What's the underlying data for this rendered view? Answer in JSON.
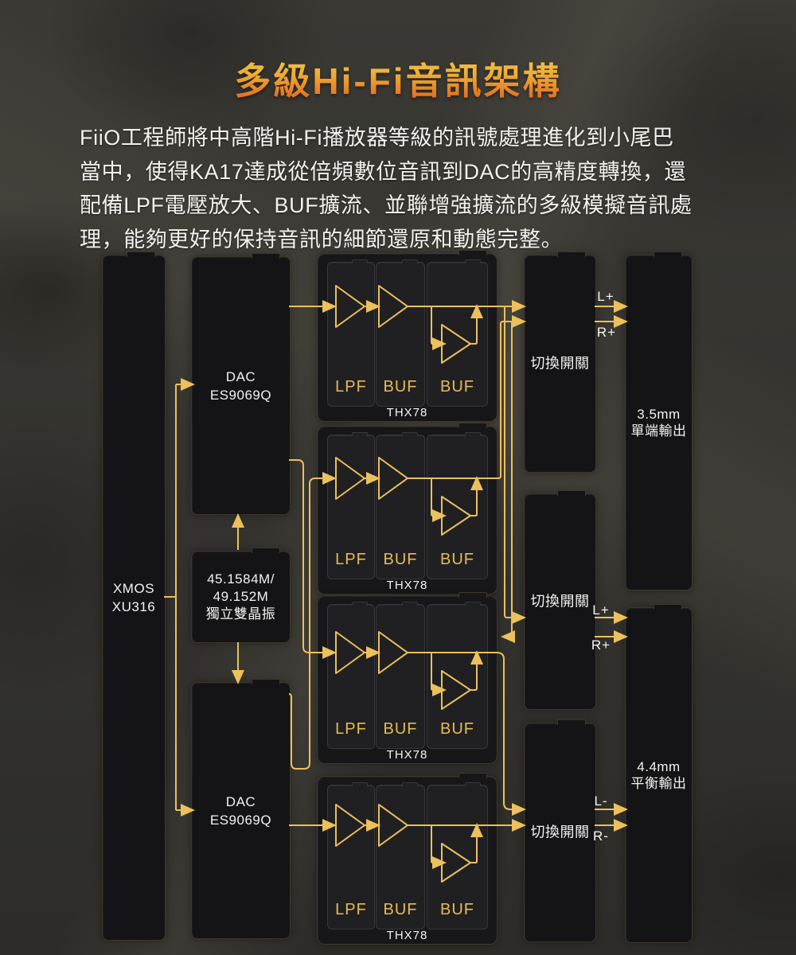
{
  "page": {
    "title": "多級Hi-Fi音訊架構",
    "intro_lines": [
      "FiiO工程師將中高階Hi-Fi播放器等級的訊號處理進化到小尾巴",
      "當中，使得KA17達成從倍頻數位音訊到DAC的高精度轉換，還",
      "配備LPF電壓放大、BUF擴流、並聯增強擴流的多級模擬音訊處",
      "理，能夠更好的保持音訊的細節還原和動態完整。"
    ]
  },
  "colors": {
    "wire": "#ecc05c",
    "slot_label": "#e7bb53",
    "title_top": "#f4c74e",
    "title_bottom": "#e2621d",
    "body_text": "#f3f2ef"
  },
  "diagram": {
    "usb_controller": {
      "lines": [
        "XMOS",
        "XU316"
      ]
    },
    "dac_top": {
      "lines": [
        "DAC",
        "ES9069Q"
      ]
    },
    "oscillator": {
      "lines": [
        "45.1584M/",
        "49.152M",
        "獨立雙晶振"
      ]
    },
    "dac_bottom": {
      "lines": [
        "DAC",
        "ES9069Q"
      ]
    },
    "amp_groups": [
      {
        "slots": [
          "LPF",
          "BUF",
          "BUF"
        ],
        "badge": "THX78"
      },
      {
        "slots": [
          "LPF",
          "BUF",
          "BUF"
        ],
        "badge": "THX78"
      },
      {
        "slots": [
          "LPF",
          "BUF",
          "BUF"
        ],
        "badge": "THX78"
      },
      {
        "slots": [
          "LPF",
          "BUF",
          "BUF"
        ],
        "badge": "THX78"
      }
    ],
    "switches": [
      {
        "label": "切換開關",
        "ports": [
          "L+",
          "R+"
        ]
      },
      {
        "label": "切換開關",
        "ports": [
          "L+",
          "R+"
        ]
      },
      {
        "label": "切換開關",
        "ports": [
          "L-",
          "R-"
        ]
      }
    ],
    "outputs": [
      {
        "lines": [
          "3.5mm",
          "單端輸出"
        ]
      },
      {
        "lines": [
          "4.4mm",
          "平衡輸出"
        ]
      }
    ]
  }
}
